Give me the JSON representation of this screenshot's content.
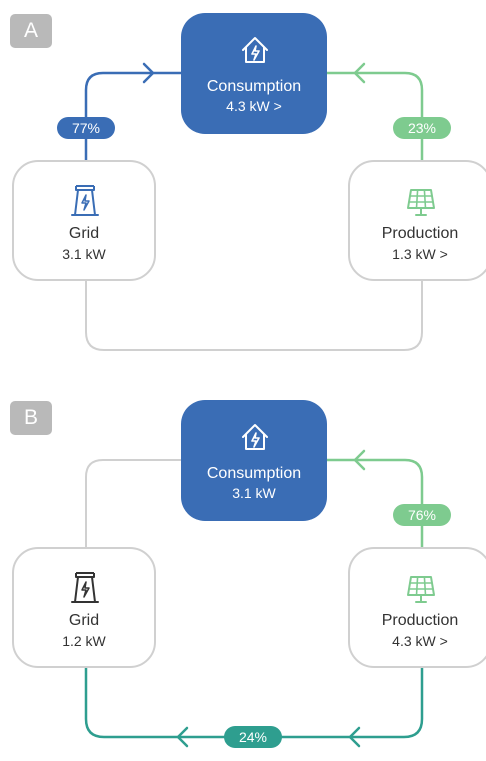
{
  "colors": {
    "grid_flow": "#3a6db5",
    "solar_flow": "#7ecb8f",
    "export_flow": "#2e9e8f",
    "idle_line": "#d0d0d0",
    "tag_bg": "#b9b9b9"
  },
  "panel_a": {
    "tag": "A",
    "consumption": {
      "label": "Consumption",
      "value": "4.3 kW >",
      "icon": "house-lightning-icon"
    },
    "grid": {
      "label": "Grid",
      "value": "3.1 kW",
      "icon": "power-plant-icon"
    },
    "production": {
      "label": "Production",
      "value": "1.3 kW >",
      "icon": "solar-panel-icon"
    },
    "grid_share": "77%",
    "solar_share": "23%"
  },
  "panel_b": {
    "tag": "B",
    "consumption": {
      "label": "Consumption",
      "value": "3.1 kW",
      "icon": "house-lightning-icon"
    },
    "grid": {
      "label": "Grid",
      "value": "1.2 kW",
      "icon": "power-plant-icon"
    },
    "production": {
      "label": "Production",
      "value": "4.3 kW >",
      "icon": "solar-panel-icon"
    },
    "solar_share": "76%",
    "export_share": "24%"
  }
}
